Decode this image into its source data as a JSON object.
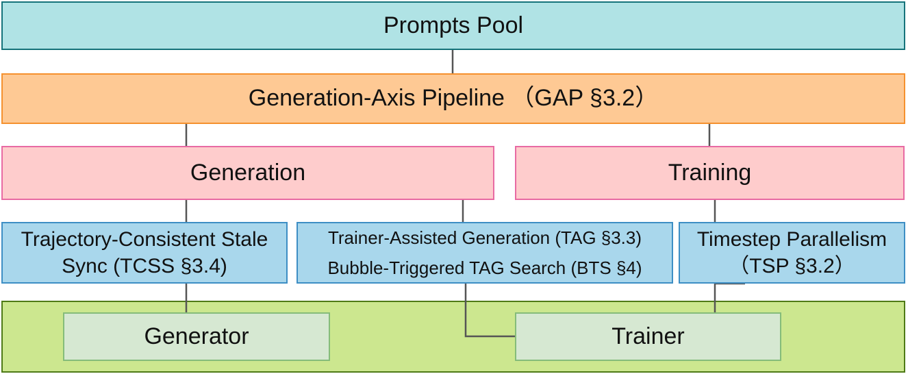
{
  "diagram": {
    "prompts_pool": "Prompts Pool",
    "pipeline": "Generation-Axis Pipeline （GAP §3.2）",
    "generation": "Generation",
    "training": "Training",
    "tcss_line1": "Trajectory-Consistent Stale",
    "tcss_line2": "Sync (TCSS §3.4)",
    "tag_line1": "Trainer-Assisted Generation (TAG §3.3)",
    "tag_line2": "Bubble-Triggered TAG Search (BTS §4)",
    "tsp_line1": "Timestep Parallelism",
    "tsp_line2": "（TSP §3.2）",
    "generator": "Generator",
    "trainer": "Trainer"
  },
  "colors": {
    "prompts_fill": "#b0e3e5",
    "prompts_border": "#15737a",
    "pipeline_fill": "#fec994",
    "pipeline_border": "#f5912e",
    "stage_fill": "#fecccc",
    "stage_border": "#e86aa3",
    "technique_fill": "#a9d7ec",
    "technique_border": "#3d8ec4",
    "base_fill": "#cce78f",
    "base_border": "#4e7a16",
    "component_fill": "#d6e8d2",
    "component_border": "#85bc7a",
    "connector": "#555555"
  }
}
